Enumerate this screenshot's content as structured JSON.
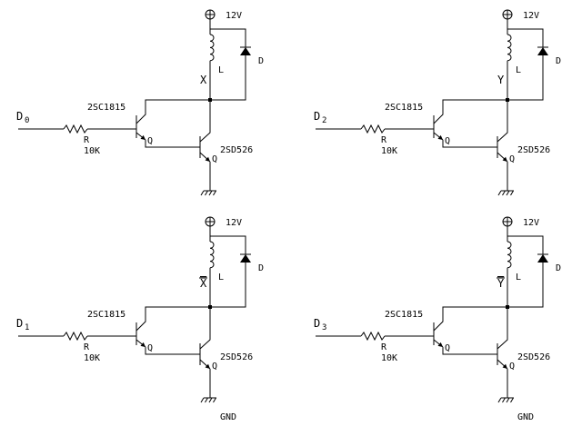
{
  "supply_label": "12V",
  "ground_label": "GND",
  "circuits": [
    {
      "id": "c0",
      "input_prefix": "D",
      "input_sub": "0",
      "resistor_name": "R",
      "resistor_value": "10K",
      "driver": "2SC1815",
      "driver_tag": "Q",
      "power": "2SD526",
      "power_tag": "Q",
      "coil": "L",
      "diode": "D",
      "output": "X",
      "output_bar": false,
      "show_gnd": false
    },
    {
      "id": "c1",
      "input_prefix": "D",
      "input_sub": "2",
      "resistor_name": "R",
      "resistor_value": "10K",
      "driver": "2SC1815",
      "driver_tag": "Q",
      "power": "2SD526",
      "power_tag": "Q",
      "coil": "L",
      "diode": "D",
      "output": "Y",
      "output_bar": false,
      "show_gnd": false
    },
    {
      "id": "c2",
      "input_prefix": "D",
      "input_sub": "1",
      "resistor_name": "R",
      "resistor_value": "10K",
      "driver": "2SC1815",
      "driver_tag": "Q",
      "power": "2SD526",
      "power_tag": "Q",
      "coil": "L",
      "diode": "D",
      "output": "X",
      "output_bar": true,
      "show_gnd": true
    },
    {
      "id": "c3",
      "input_prefix": "D",
      "input_sub": "3",
      "resistor_name": "R",
      "resistor_value": "10K",
      "driver": "2SC1815",
      "driver_tag": "Q",
      "power": "2SD526",
      "power_tag": "Q",
      "coil": "L",
      "diode": "D",
      "output": "Y",
      "output_bar": true,
      "show_gnd": true
    }
  ]
}
